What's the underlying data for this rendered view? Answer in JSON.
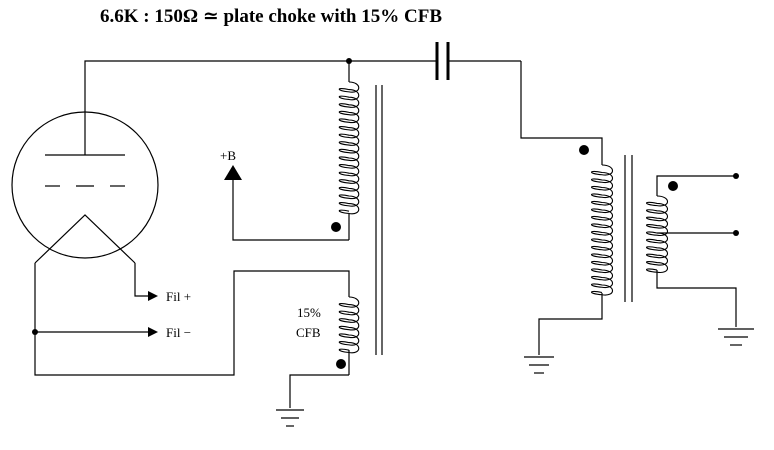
{
  "title": "6.6K : 150Ω  ≃  plate choke with 15% CFB",
  "labels": {
    "b_plus": "+B",
    "fil_plus": "Fil +",
    "fil_minus": "Fil −",
    "cfb_percent": "15%",
    "cfb": "CFB"
  }
}
